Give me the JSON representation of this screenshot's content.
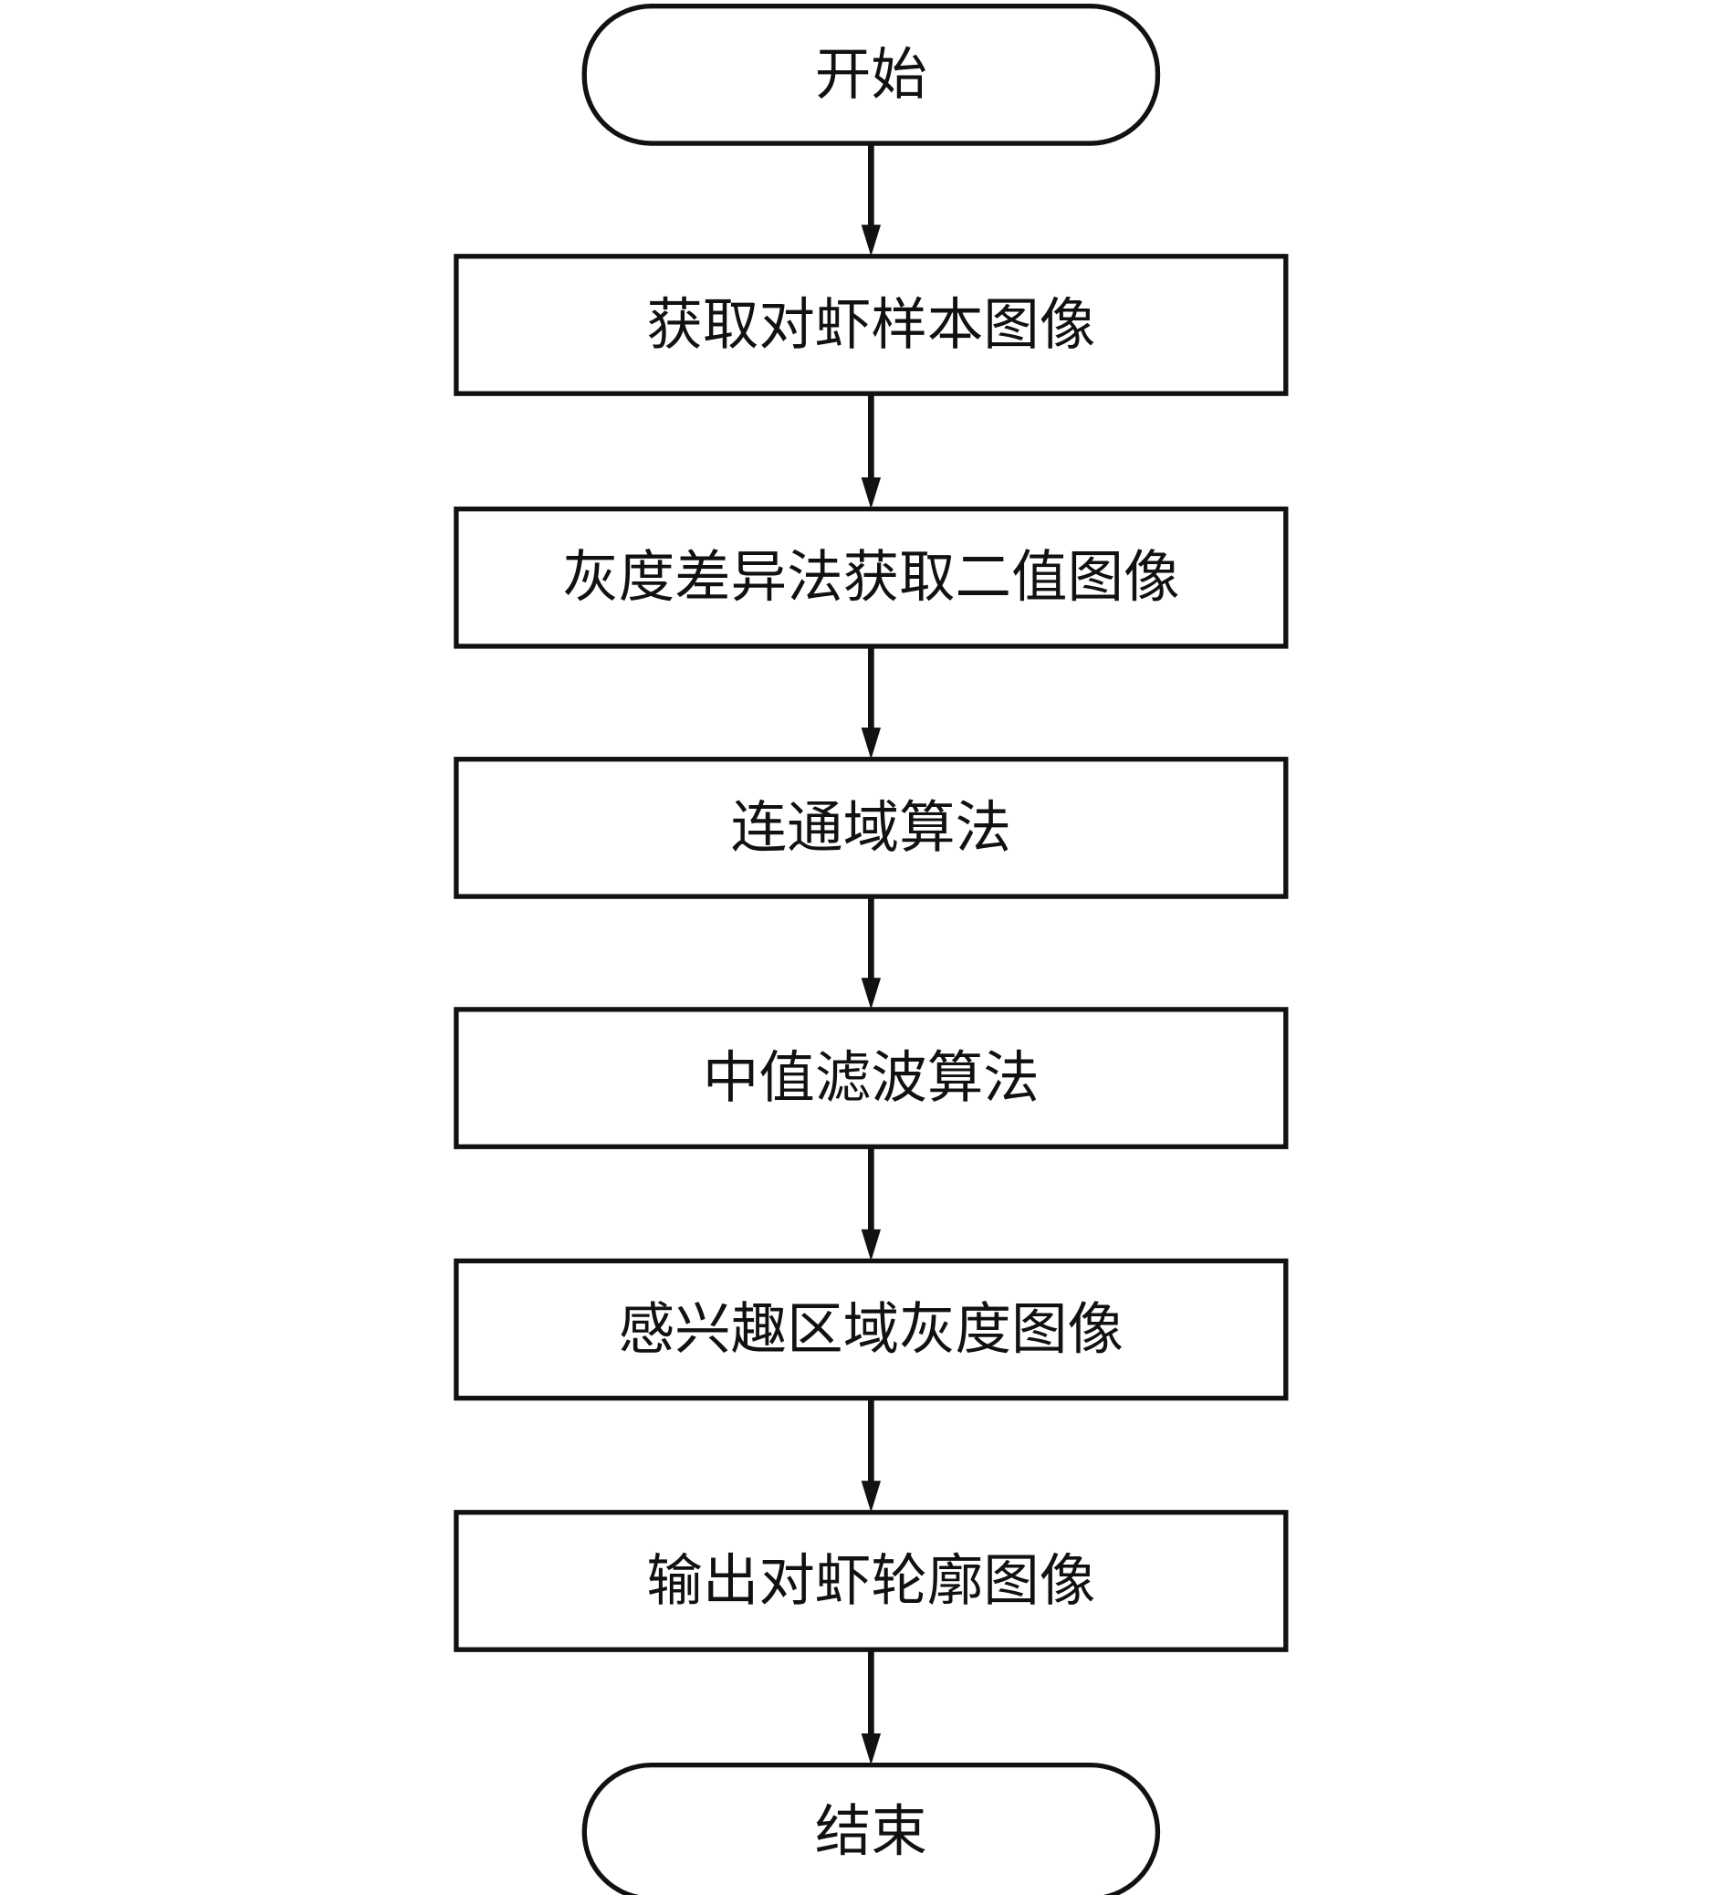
{
  "flowchart": {
    "start": "开始",
    "steps": [
      "获取对虾样本图像",
      "灰度差异法获取二值图像",
      "连通域算法",
      "中值滤波算法",
      "感兴趣区域灰度图像",
      "输出对虾轮廓图像"
    ],
    "end": "结束"
  }
}
